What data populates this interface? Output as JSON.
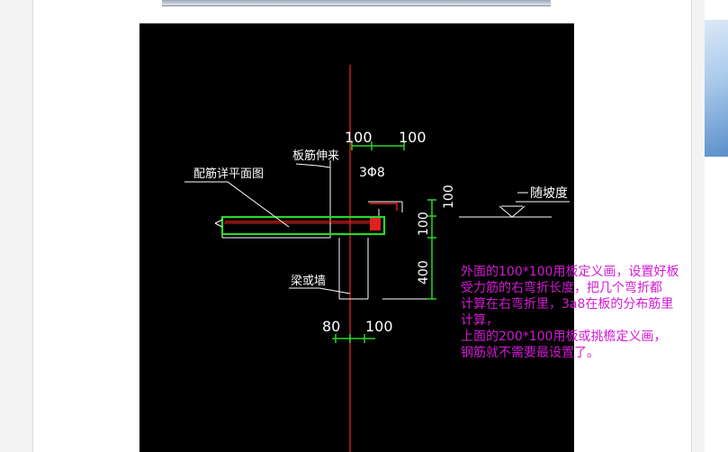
{
  "drawing": {
    "labels": {
      "dim_top_left": "100",
      "dim_top_right": "100",
      "rebar": "3Φ8",
      "slab_extension": "板筋伸来",
      "plan_ref": "配筋详平面图",
      "slope": "随坡度",
      "dim_right_top": "100",
      "dim_right_mid": "100",
      "dim_right_low": "400",
      "beam_wall": "梁或墙",
      "dim_bottom_left": "80",
      "dim_bottom_right": "100"
    },
    "colors": {
      "background": "#000000",
      "centerline": "#e02020",
      "geometry": "#ffffff",
      "slab_outline": "#28d828",
      "dimension_tick": "#28d828",
      "note_text": "#d21ad2"
    }
  },
  "note": {
    "text": "外面的100*100用板定义画，设置好板\n受力筋的右弯折长度，把几个弯折都\n计算在右弯折里，3a8在板的分布筋里\n计算，\n上面的200*100用板或挑檐定义画，\n钢筋就不需要最设置了。"
  }
}
